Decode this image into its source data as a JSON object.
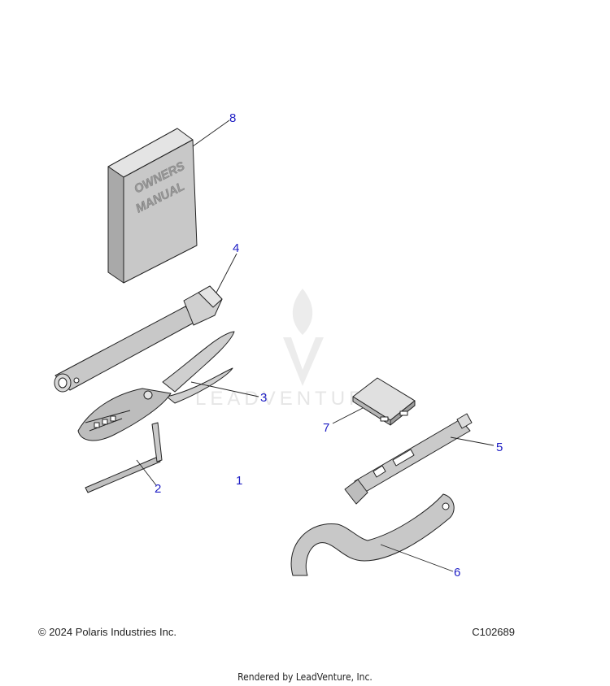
{
  "watermark": {
    "text": "LEADVENTURE"
  },
  "manual_cover": {
    "line1": "OWNERS",
    "line2": "MANUAL"
  },
  "callouts": {
    "c1": "1",
    "c2": "2",
    "c3": "3",
    "c4": "4",
    "c5": "5",
    "c6": "6",
    "c7": "7",
    "c8": "8"
  },
  "footer": {
    "copyright": "© 2024 Polaris Industries Inc.",
    "code": "C102689",
    "rendered_by": "Rendered by LeadVenture, Inc."
  },
  "colors": {
    "callout": "#1d1dc4",
    "part_fill": "#c8c8c8"
  }
}
